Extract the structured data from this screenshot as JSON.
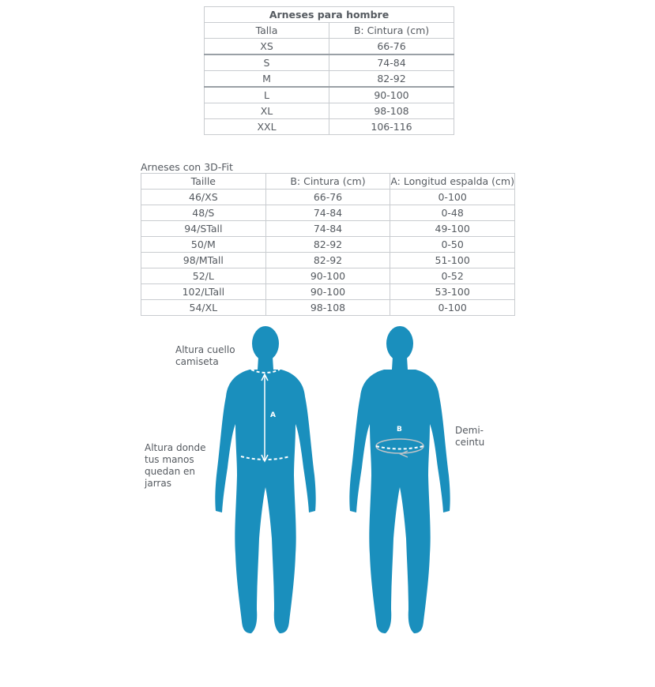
{
  "table1": {
    "caption": "Arneses para hombre",
    "headers": [
      "Talla",
      "B: Cintura (cm)"
    ],
    "rows": [
      [
        "XS",
        "66-76"
      ],
      [
        "S",
        "74-84"
      ],
      [
        "M",
        "82-92"
      ],
      [
        "L",
        "90-100"
      ],
      [
        "XL",
        "98-108"
      ],
      [
        "XXL",
        "106-116"
      ]
    ]
  },
  "table2": {
    "title": "Arneses con 3D-Fit",
    "headers": [
      "Taille",
      "B: Cintura (cm)",
      "A: Longitud espalda (cm)"
    ],
    "rows": [
      [
        "46/XS",
        "66-76",
        "0-100"
      ],
      [
        "48/S",
        "74-84",
        "0-48"
      ],
      [
        "94/STall",
        "74-84",
        "49-100"
      ],
      [
        "50/M",
        "82-92",
        "0-50"
      ],
      [
        "98/MTall",
        "82-92",
        "51-100"
      ],
      [
        "52/L",
        "90-100",
        "0-52"
      ],
      [
        "102/LTall",
        "90-100",
        "53-100"
      ],
      [
        "54/XL",
        "98-108",
        "0-100"
      ]
    ]
  },
  "figure": {
    "label_neck_line1": "Altura cuello",
    "label_neck_line2": "camiseta",
    "label_hands_line1": "Altura donde",
    "label_hands_line2": "tus manos",
    "label_hands_line3": "quedan en",
    "label_hands_line4": "jarras",
    "label_demi_line1": "Demi-",
    "label_demi_line2": "ceintu",
    "marker_a": "A",
    "marker_b": "B",
    "body_color": "#1a8fbd"
  }
}
